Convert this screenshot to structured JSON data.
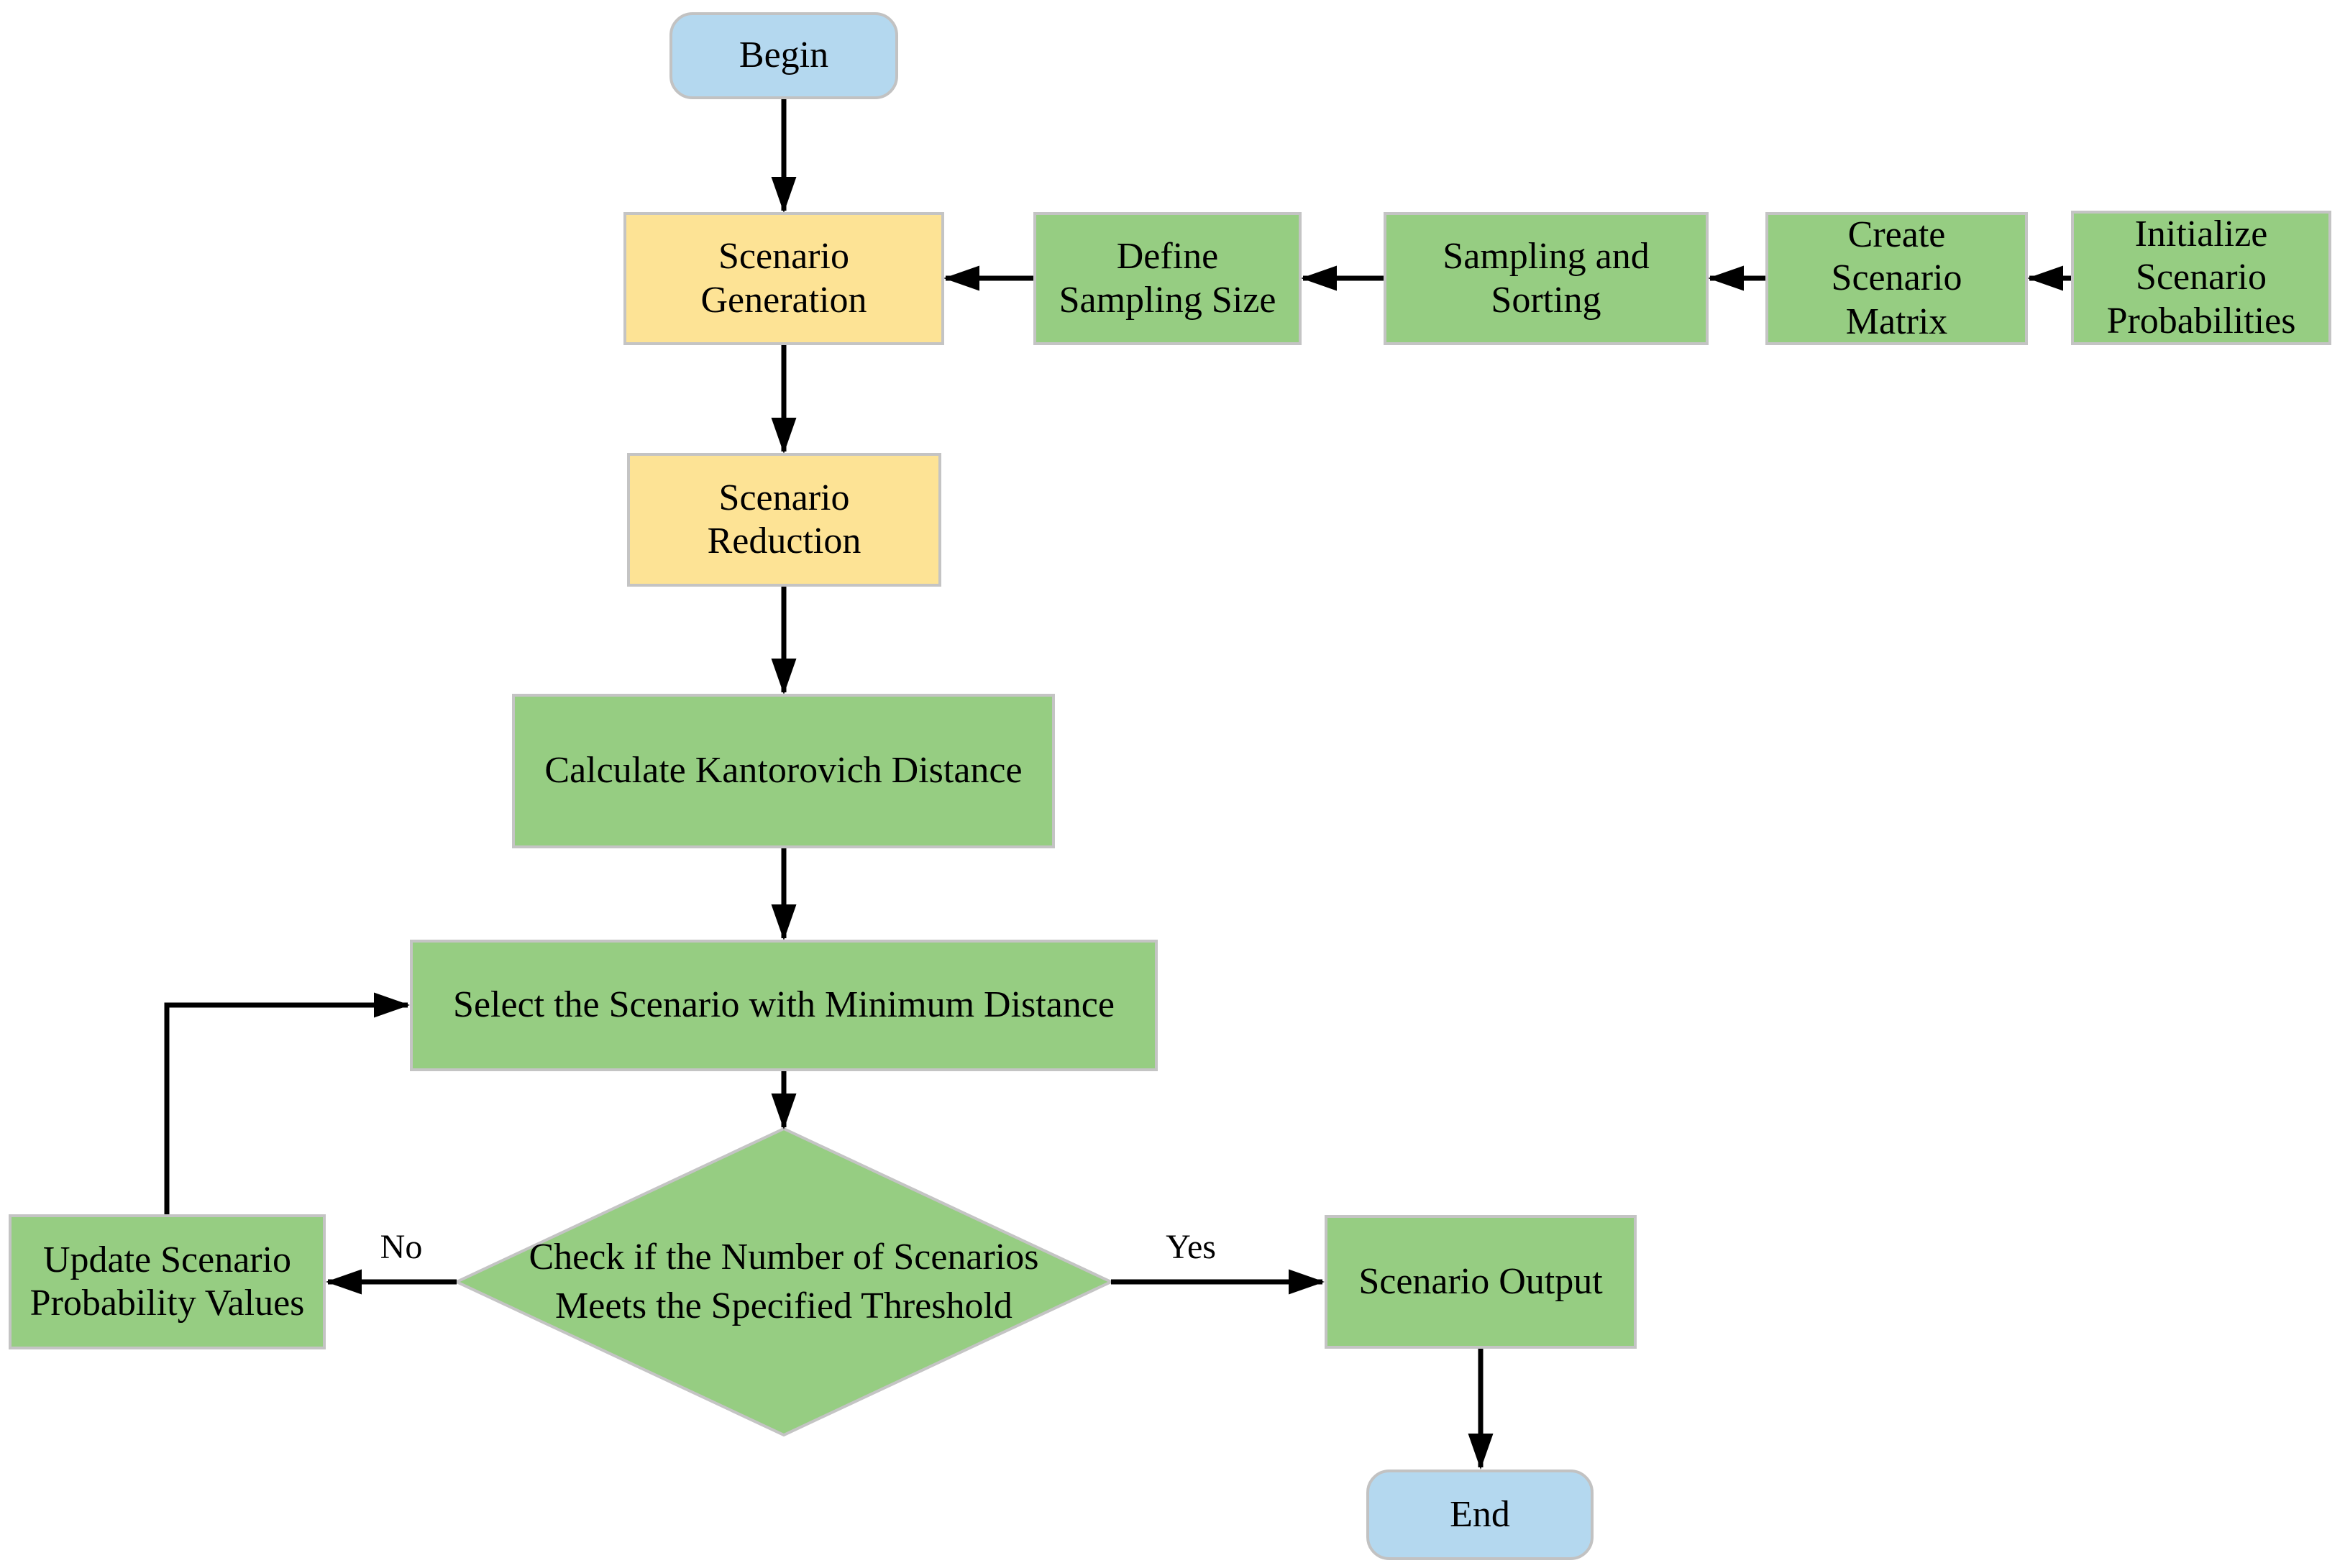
{
  "diagram": {
    "nodes": {
      "begin": {
        "label": "Begin",
        "type": "terminator"
      },
      "scenario_generation": {
        "label": "Scenario\nGeneration",
        "type": "stage"
      },
      "define_sampling_size": {
        "label": "Define\nSampling Size",
        "type": "process"
      },
      "sampling_and_sorting": {
        "label": "Sampling and\nSorting",
        "type": "process"
      },
      "create_scenario_matrix": {
        "label": "Create\nScenario\nMatrix",
        "type": "process"
      },
      "initialize_scenario_probabilities": {
        "label": "Initialize\nScenario\nProbabilities",
        "type": "process"
      },
      "scenario_reduction": {
        "label": "Scenario\nReduction",
        "type": "stage"
      },
      "calculate_kantorovich_distance": {
        "label": "Calculate Kantorovich Distance",
        "type": "process"
      },
      "select_minimum_distance": {
        "label": "Select the Scenario with Minimum Distance",
        "type": "process"
      },
      "threshold_check": {
        "label": "Check if the Number of Scenarios\nMeets the Specified Threshold",
        "type": "decision"
      },
      "update_probability_values": {
        "label": "Update Scenario\nProbability Values",
        "type": "process"
      },
      "scenario_output": {
        "label": "Scenario Output",
        "type": "process"
      },
      "end": {
        "label": "End",
        "type": "terminator"
      }
    },
    "edge_labels": {
      "no": "No",
      "yes": "Yes"
    },
    "colors": {
      "terminator_fill": "#b4d8ef",
      "process_fill": "#96cd82",
      "stage_fill": "#fde395",
      "shape_border": "#c4c4c4",
      "arrow": "#000000",
      "text": "#000000",
      "background": "#ffffff"
    }
  }
}
